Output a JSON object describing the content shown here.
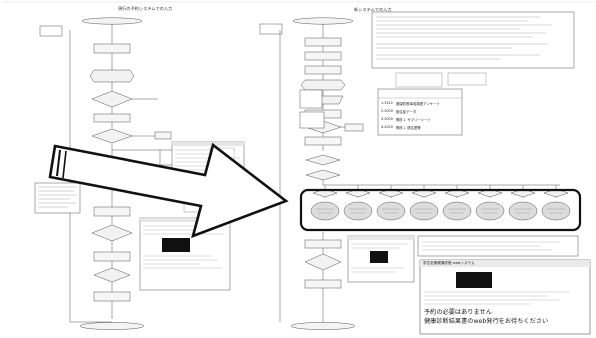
{
  "left_panel": {
    "title": "現行の予約システムでの入力"
  },
  "right_panel": {
    "title": "新システムでの入力"
  },
  "result_table": {
    "rows": [
      {
        "id": "1.3312",
        "name": "健康診断事前調査アンケート"
      },
      {
        "id": "2.2000",
        "name": "既往症データ"
      },
      {
        "id": "3.2000",
        "name": "問診１ サマリーシート"
      },
      {
        "id": "4.2020",
        "name": "問診１ 既往歴等"
      }
    ]
  },
  "completion_message": {
    "line1": "予約の必要はありません",
    "line2": "健康診断結果書のweb発行をお待ちください"
  },
  "screen_header": "学生定期健康診断 webシステム",
  "colors": {
    "arrow_fill": "#ffffff",
    "arrow_stroke": "#111111",
    "highlight_stroke": "#111111",
    "flow_stroke": "#555555",
    "redaction": "#111111"
  }
}
